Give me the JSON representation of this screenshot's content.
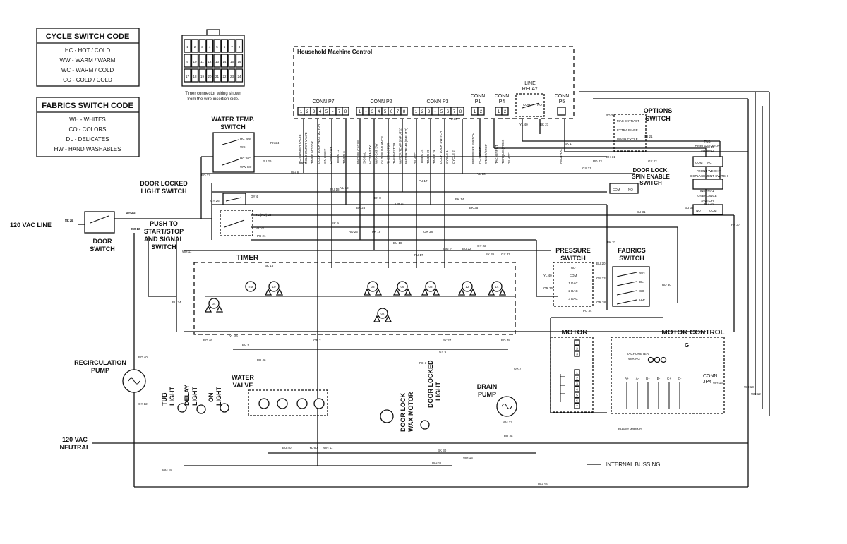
{
  "cycle_code": {
    "title": "CYCLE SWITCH CODE",
    "items": [
      "HC - HOT / COLD",
      "WW - WARM / WARM",
      "WC - WARM / COLD",
      "CC - COLD / COLD"
    ]
  },
  "fabrics_code": {
    "title": "FABRICS SWITCH CODE",
    "items": [
      "WH - WHITES",
      "CO - COLORS",
      "DL - DELICATES",
      "HW - HAND WASHABLES"
    ]
  },
  "timer_connector": {
    "pins": [
      "1",
      "2",
      "3",
      "4",
      "5",
      "6",
      "7",
      "8",
      "9",
      "10",
      "11",
      "12",
      "13",
      "14",
      "15",
      "16",
      "17",
      "18",
      "19",
      "20",
      "21",
      "22",
      "23",
      "24"
    ],
    "caption_line1": "Timer connector wiring shown",
    "caption_line2": "from the wire insertion side."
  },
  "hmc": {
    "title": "Household Machine Control",
    "p7_label": "CONN P7",
    "p7_pins": [
      "1",
      "2",
      "3",
      "4",
      "5",
      "-",
      "7",
      "8"
    ],
    "p2_label": "CONN P2",
    "p2_pins": [
      "1",
      "-",
      "3",
      "4",
      "5",
      "6",
      "7",
      "8"
    ],
    "p3_label": "CONN P3",
    "p3_pins": [
      "1",
      "2",
      "3",
      "-",
      "5",
      "6",
      "7",
      "8"
    ],
    "p1_label_a": "CONN",
    "p1_label_b": "P1",
    "p1_pins": [
      "1",
      "2"
    ],
    "p4_label_a": "CONN",
    "p4_label_b": "P4",
    "p4_pins": [
      "1",
      "2"
    ],
    "relay_label_a": "LINE",
    "relay_label_b": "RELAY",
    "relay_com": "COM",
    "relay_no": "NO",
    "p5_label_a": "CONN",
    "p5_label_b": "P5",
    "p7_wires": [
      "HOT WATER VALVE",
      "COLD WATER VALVE",
      "TIMER MOTOR",
      "DOOR LOCK WAX MOTOR",
      "ON LIGHT",
      "HOT LIGHT",
      "TIMER 13",
      "TIMER 6"
    ],
    "p2_wires": [
      "END OF CYCLE",
      "SIGNAL",
      "HOT EMPTY",
      "WAX CAT SW",
      "OUT OF BALANCE",
      "THERM STOR",
      "THERM STOR",
      "WATER TEMP (INPUT 1)",
      "WATER TEMP (INPUT 2)"
    ],
    "p3_wires": [
      "24 VDC",
      "TIMER 24",
      "TIMER 20",
      "TIMER 36",
      "DOOR LOCK SWITCH",
      "CYCLE 1",
      "CYCLE 2"
    ],
    "p1_wires": [
      "PRESSURE SWITCH",
      "HOT WASH",
      "START/STOP"
    ],
    "p4_wires": [
      "TACH INPUT",
      "TORQUE (PWM)",
      "24 VDC"
    ],
    "p5_wires": [
      "NEUTRAL"
    ]
  },
  "components": {
    "water_temp_a": "WATER TEMP.",
    "water_temp_b": "SWITCH",
    "door_locked_light_a": "DOOR LOCKED",
    "door_locked_light_b": "LIGHT SWITCH",
    "push_a": "PUSH TO",
    "push_b": "START/STOP",
    "push_c": "AND SIGNAL",
    "push_d": "SWITCH",
    "line_120": "120 VAC LINE",
    "door_switch_a": "DOOR",
    "door_switch_b": "SWITCH",
    "timer": "TIMER",
    "pressure_a": "PRESSURE",
    "pressure_b": "SWITCH",
    "fabrics_a": "FABRICS",
    "fabrics_b": "SWITCH",
    "options_a": "OPTIONS",
    "options_b": "SWITCH",
    "tub_disp_a": "TUB",
    "tub_disp_b": "DISPLACEMENT",
    "tub_disp_c": "SWITCH",
    "door_lock_spin_a": "DOOR LOCK,",
    "door_lock_spin_b": "SPIN ENABLE",
    "door_lock_spin_c": "SWITCH",
    "front_weight_a": "FRONT WEIGHT",
    "front_weight_b": "DISPLACEMENT SWITCH",
    "inertial_a": "INERTIAL",
    "inertial_b": "UNBALANCE",
    "inertial_c": "SWITCH",
    "recirc_a": "RECIRCULATION",
    "recirc_b": "PUMP",
    "tub_light_a": "TUB",
    "tub_light_b": "LIGHT",
    "delay_light_a": "DELAY",
    "delay_light_b": "LIGHT",
    "on_light_a": "ON",
    "on_light_b": "LIGHT",
    "water_valve_a": "WATER",
    "water_valve_b": "VALVE",
    "door_lock_wax_a": "DOOR LOCK",
    "door_lock_wax_b": "WAX MOTOR",
    "door_locked_light2_a": "DOOR LOCKED",
    "door_locked_light2_b": "LIGHT",
    "drain_a": "DRAIN",
    "drain_b": "PUMP",
    "motor": "MOTOR",
    "motor_control": "MOTOR CONTROL",
    "neutral_a": "120 VAC",
    "neutral_b": "NEUTRAL",
    "internal_bussing": "INTERNAL BUSSING",
    "tachometer_a": "TACHOMETER",
    "tachometer_b": "WIRING",
    "phase_wiring": "PHASE WIRING",
    "conn_jp4_a": "CONN",
    "conn_jp4_b": "JP4",
    "g_label": "G",
    "com": "COM",
    "nc": "NC",
    "no": "NO"
  },
  "timer_cams": [
    "TM",
    "10",
    "08",
    "06",
    "08",
    "12",
    "14",
    "04",
    "02"
  ],
  "wire_codes": [
    "GY 26",
    "BK 44",
    "OA 12",
    "PK 24",
    "PU 26",
    "RD 23",
    "GY 4",
    "GY 26",
    "YL (RD) 28",
    "PU 21",
    "BK 27",
    "WH 11",
    "BK 16",
    "OR 7",
    "WH 6",
    "PU 18",
    "YL 19",
    "PU 17",
    "OR 40",
    "BK 8",
    "SK 9",
    "BK 25",
    "OR 38",
    "PK 19",
    "RD 23",
    "BU 18",
    "PU 17",
    "WH 11",
    "GY 22",
    "BU 22",
    "SK 36",
    "GY 33",
    "YL 18",
    "BK 35",
    "PK 14",
    "YL 39",
    "YL 40",
    "BK 21",
    "BK 1",
    "GY 31",
    "WH 31",
    "RD 23",
    "BU 21",
    "GY 22",
    "BK 15",
    "RD 22",
    "BU 31",
    "RD 35",
    "PK 37",
    "OR 38",
    "BK 37",
    "BU 20",
    "RD 30",
    "PU 34",
    "OR 36",
    "YL 40",
    "GY 33",
    "BU 32",
    "BU 34",
    "RD 40",
    "GY 12",
    "RD 46",
    "YL 49",
    "OR 2",
    "RD 48",
    "BU 9",
    "BK 27",
    "RD 3",
    "BU 46",
    "GY 6",
    "OR 7",
    "WH 13",
    "BK 30",
    "WH 13",
    "BU 46",
    "WH 11",
    "WH 15",
    "WH 18",
    "BU 40",
    "YL 60",
    "WH 11",
    "WH 16",
    "WH 13",
    "WH 12",
    "WH 42",
    "YL 26",
    "RD 26"
  ],
  "pressure_switch_items": [
    "NO",
    "COM",
    "1 DAC",
    "2 DAC",
    "3 DAC"
  ],
  "fabrics_switch_items": [
    "WH",
    "DL",
    "CO",
    "HW"
  ],
  "water_temp_items": [
    "HC WW",
    "WC",
    "HC WC",
    "WW CO"
  ],
  "options_items": [
    "MAX EXTRACT",
    "EXTRA RINSE",
    "WASH CYCLE"
  ],
  "motor_pins": [
    "1",
    "2",
    "3"
  ],
  "motor_phase_pins": [
    "1",
    "2",
    "3",
    "4",
    "5",
    "6",
    "7"
  ],
  "motor_ctrl_terms": [
    "A+",
    "A-",
    "B+",
    "B-",
    "C+",
    "C-"
  ],
  "motor_wires": [
    "WH",
    "RD",
    "BK",
    "BU",
    "RD",
    "OR",
    "WH",
    "BU",
    "YL",
    "RD"
  ]
}
